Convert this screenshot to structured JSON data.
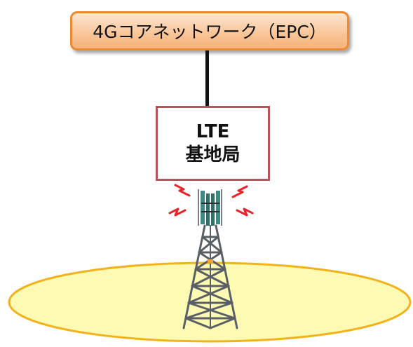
{
  "core_network": {
    "label": "4Gコアネットワーク（EPC）"
  },
  "base_station": {
    "line1": "LTE",
    "line2": "基地局"
  },
  "colors": {
    "core_border": "#ee8a2c",
    "core_fill": "#f9c79b",
    "enb_border": "#b5555a",
    "coverage_fill": "#fdfbb3",
    "coverage_border": "#f2b21b",
    "tower_metal": "#5a5f66",
    "antenna": "#3f8a86",
    "signal": "#e8232a",
    "link": "#111111"
  },
  "icons": {
    "tower": "cell-tower-icon",
    "signal": "radio-signal-icon"
  }
}
